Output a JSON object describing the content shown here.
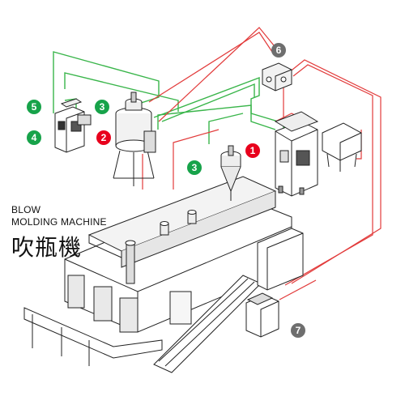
{
  "title": {
    "en_line1": "BLOW",
    "en_line2": "MOLDING MACHINE",
    "zh": "吹瓶機"
  },
  "badges": [
    {
      "id": "b1",
      "label": "1",
      "color": "#e8001c"
    },
    {
      "id": "b2",
      "label": "2",
      "color": "#e8001c"
    },
    {
      "id": "b3a",
      "label": "3",
      "color": "#17a34a"
    },
    {
      "id": "b3b",
      "label": "3",
      "color": "#17a34a"
    },
    {
      "id": "b4",
      "label": "4",
      "color": "#17a34a"
    },
    {
      "id": "b5",
      "label": "5",
      "color": "#17a34a"
    },
    {
      "id": "b6",
      "label": "6",
      "color": "#6e6e6e"
    },
    {
      "id": "b7",
      "label": "7",
      "color": "#6e6e6e"
    }
  ],
  "colors": {
    "red_pipe": "#e23b3b",
    "green_pipe": "#39b54a",
    "line": "#222222",
    "shade": "#d9d9d9"
  }
}
